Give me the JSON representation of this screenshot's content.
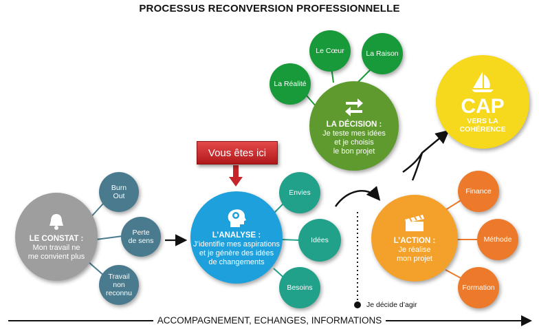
{
  "title": "PROCESSUS RECONVERSION PROFESSIONNELLE",
  "bottom_label": "ACCOMPAGNEMENT, ECHANGES, INFORMATIONS",
  "vous_etes_ici": "Vous êtes ici",
  "je_decide": "Je décide d’agir",
  "colors": {
    "constat": "#9e9e9e",
    "constat_satellite": "#4a7a8e",
    "analyse": "#1ea0dc",
    "analyse_satellite": "#21a08a",
    "decision": "#5e9a2e",
    "decision_satellite": "#199a3a",
    "action": "#f4a12c",
    "action_satellite": "#ec7a2a",
    "cap": "#f6d81c",
    "ici_badge": "#c4242a"
  },
  "constat": {
    "title": "LE CONSTAT :",
    "line1": "Mon travail ne",
    "line2": "me convient plus",
    "icon": "bell-icon",
    "satellites": [
      {
        "l1": "Burn",
        "l2": "Out",
        "l3": ""
      },
      {
        "l1": "Perte",
        "l2": "de sens",
        "l3": ""
      },
      {
        "l1": "Travail",
        "l2": "non",
        "l3": "reconnu"
      }
    ]
  },
  "analyse": {
    "title": "L’ANALYSE :",
    "line1": "J’identifie mes aspirations",
    "line2": "et je génère des idées",
    "line3": "de changements",
    "icon": "brain-head-icon",
    "satellites": [
      "Envies",
      "Idées",
      "Besoins"
    ]
  },
  "decision": {
    "title": "LA DÉCISION :",
    "line1": "Je teste mes idées",
    "line2": "et je choisis",
    "line3": "le bon projet",
    "icon": "swap-arrows-icon",
    "satellites": [
      "La Réalité",
      "Le Cœur",
      "La Raison"
    ]
  },
  "action": {
    "title": "L’ACTION :",
    "line1": "Je réalise",
    "line2": "mon projet",
    "icon": "clapperboard-icon",
    "satellites": [
      "Finance",
      "Méthode",
      "Formation"
    ]
  },
  "cap": {
    "big": "CAP",
    "sub1": "VERS LA",
    "sub2": "COHÉRENCE",
    "icon": "sailboat-icon"
  }
}
